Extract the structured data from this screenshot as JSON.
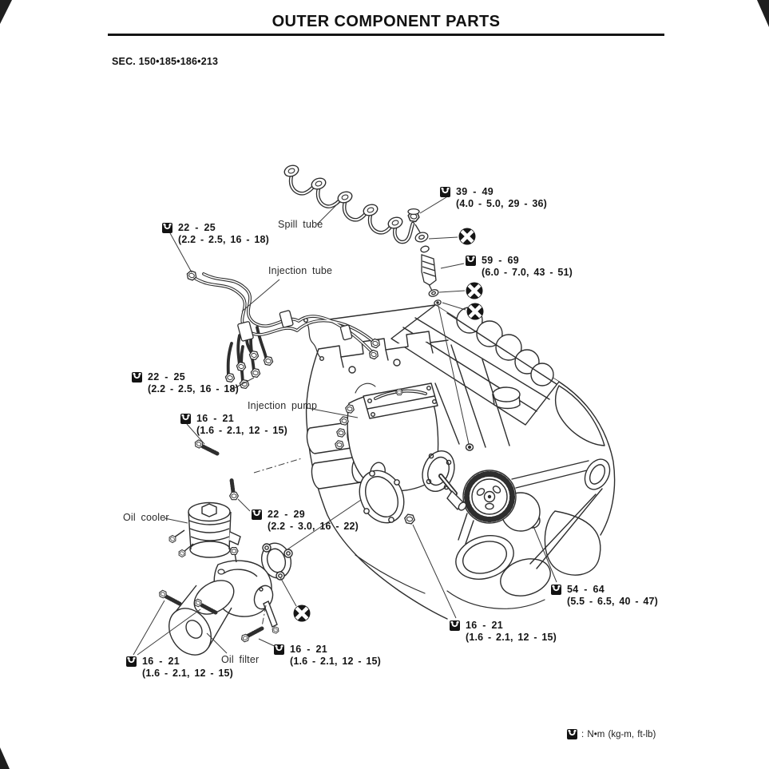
{
  "page": {
    "title": "OUTER COMPONENT PARTS",
    "section": "SEC. 150•185•186•213",
    "footer_note": ": N•m (kg-m, ft-lb)"
  },
  "icons": {
    "torque": "torque-wrench-icon",
    "do_not_reuse": "do-not-reuse-icon"
  },
  "part_labels": [
    {
      "text": "Spill tube"
    },
    {
      "text": "Injection tube"
    },
    {
      "text": "Injection pump"
    },
    {
      "text": "Oil cooler"
    },
    {
      "text": "Oil filter"
    }
  ],
  "torque_callouts": [
    {
      "nm": "22 - 25",
      "detail": "(2.2 - 2.5, 16 - 18)"
    },
    {
      "nm": "39 - 49",
      "detail": "(4.0 - 5.0, 29 - 36)"
    },
    {
      "nm": "59 - 69",
      "detail": "(6.0 - 7.0, 43 - 51)"
    },
    {
      "nm": "22 - 25",
      "detail": "(2.2 - 2.5, 16 - 18)"
    },
    {
      "nm": "16 - 21",
      "detail": "(1.6 - 2.1, 12 - 15)"
    },
    {
      "nm": "22 - 29",
      "detail": "(2.2 - 3.0, 16 - 22)"
    },
    {
      "nm": "54 - 64",
      "detail": "(5.5 - 6.5, 40 - 47)"
    },
    {
      "nm": "16 - 21",
      "detail": "(1.6 - 2.1, 12 - 15)"
    },
    {
      "nm": "16 - 21",
      "detail": "(1.6 - 2.1, 12 - 15)"
    },
    {
      "nm": "16 - 21",
      "detail": "(1.6 - 2.1, 12 - 15)"
    }
  ]
}
